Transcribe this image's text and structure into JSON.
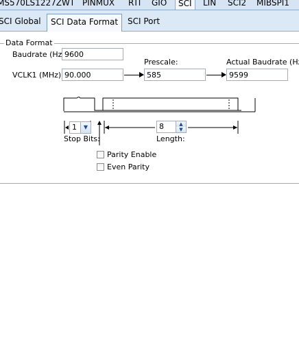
{
  "top_tabs": [
    "MS570LS1227ZWT",
    "PINMUX",
    "RTI",
    "GIO",
    "SCI",
    "LIN",
    "SCI2",
    "MIBSPI1"
  ],
  "top_active": "SCI",
  "sub_tabs": [
    "SCI Global",
    "SCI Data Format",
    "SCI Port"
  ],
  "sub_active": "SCI Data Format",
  "group_title": "Data Format",
  "baudrate": {
    "label": "Baudrate (Hz):",
    "value": "9600"
  },
  "vclk1": {
    "label": "VCLK1 (MHz):",
    "value": "90.000"
  },
  "prescale": {
    "label": "Prescale:",
    "value": "585"
  },
  "actual": {
    "label": "Actual Baudrate (Hz):",
    "value": "9599"
  },
  "stop_bits": {
    "label": "Stop Bits:",
    "value": "1"
  },
  "length": {
    "label": "Length:",
    "value": "8"
  },
  "parity_enable": {
    "label": "Parity Enable",
    "checked": false
  },
  "even_parity": {
    "label": "Even Parity",
    "checked": false
  }
}
